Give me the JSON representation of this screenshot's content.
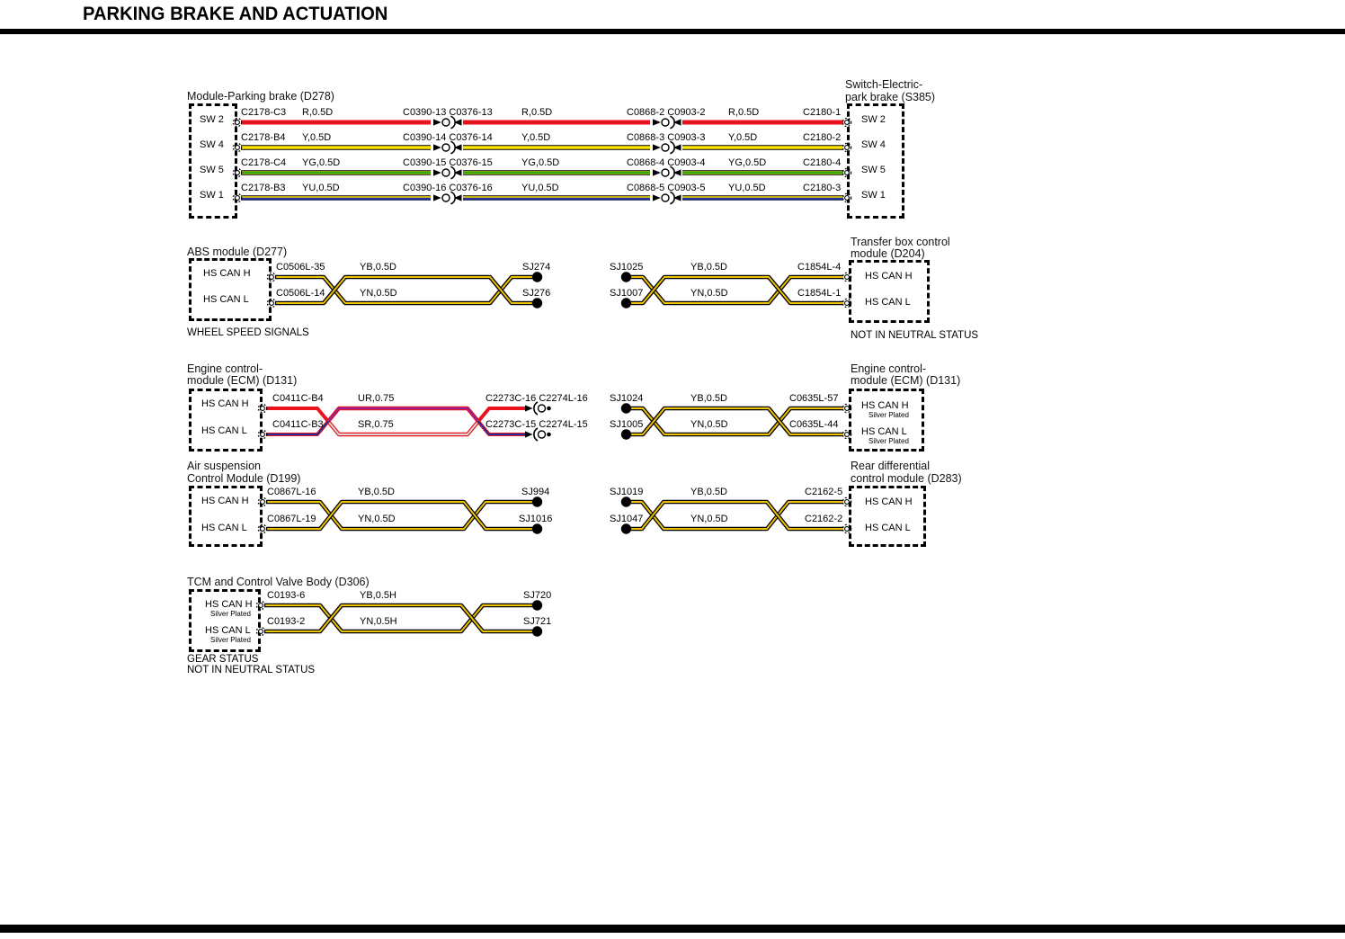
{
  "page": {
    "title": "PARKING BRAKE AND ACTUATION"
  },
  "colors": {
    "red": "#e8131d",
    "yellow": "#ffe600",
    "green": "#2db00e",
    "blue": "#232e9c",
    "gold": "#eec200",
    "purple": "#9c1f93",
    "gray": "#d9d9d9",
    "black": "#000000"
  },
  "s1": {
    "left_title": "Module-Parking brake (D278)",
    "right_title_1": "Switch-Electric-",
    "right_title_2": "park brake (S385)",
    "rows": [
      {
        "sw_l": "SW 2",
        "pin_l": "C2178-C3",
        "w1": "R,0.5D",
        "c1": "C0390-13 C0376-13",
        "w2": "R,0.5D",
        "c2": "C0868-2 C0903-2",
        "w3": "R,0.5D",
        "pin_r": "C2180-1",
        "sw_r": "SW 2"
      },
      {
        "sw_l": "SW 4",
        "pin_l": "C2178-B4",
        "w1": "Y,0.5D",
        "c1": "C0390-14 C0376-14",
        "w2": "Y,0.5D",
        "c2": "C0868-3 C0903-3",
        "w3": "Y,0.5D",
        "pin_r": "C2180-2",
        "sw_r": "SW 4"
      },
      {
        "sw_l": "SW 5",
        "pin_l": "C2178-C4",
        "w1": "YG,0.5D",
        "c1": "C0390-15 C0376-15",
        "w2": "YG,0.5D",
        "c2": "C0868-4 C0903-4",
        "w3": "YG,0.5D",
        "pin_r": "C2180-4",
        "sw_r": "SW 5"
      },
      {
        "sw_l": "SW 1",
        "pin_l": "C2178-B3",
        "w1": "YU,0.5D",
        "c1": "C0390-16 C0376-16",
        "w2": "YU,0.5D",
        "c2": "C0868-5 C0903-5",
        "w3": "YU,0.5D",
        "pin_r": "C2180-3",
        "sw_r": "SW 1"
      }
    ]
  },
  "s2": {
    "left_title": "ABS module (D277)",
    "left_rows": [
      {
        "can": "HS CAN H",
        "pin": "C0506L-35",
        "wire": "YB,0.5D",
        "sj": "SJ274"
      },
      {
        "can": "HS CAN L",
        "pin": "C0506L-14",
        "wire": "YN,0.5D",
        "sj": "SJ276"
      }
    ],
    "left_note": "WHEEL SPEED SIGNALS",
    "right_title_1": "Transfer box control",
    "right_title_2": "module (D204)",
    "right_rows": [
      {
        "sj": "SJ1025",
        "wire": "YB,0.5D",
        "pin": "C1854L-4",
        "can": "HS CAN H"
      },
      {
        "sj": "SJ1007",
        "wire": "YN,0.5D",
        "pin": "C1854L-1",
        "can": "HS CAN L"
      }
    ],
    "right_note": "NOT IN NEUTRAL STATUS"
  },
  "s3": {
    "left_title_1": "Engine control-",
    "left_title_2": "module (ECM) (D131)",
    "left_rows": [
      {
        "can": "HS CAN H",
        "pin": "C0411C-B4",
        "wire": "UR,0.75",
        "conn": "C2273C-16 C2274L-16"
      },
      {
        "can": "HS CAN L",
        "pin": "C0411C-B3",
        "wire": "SR,0.75",
        "conn": "C2273C-15 C2274L-15"
      }
    ],
    "right_title_1": "Engine control-",
    "right_title_2": "module (ECM) (D131)",
    "right_rows": [
      {
        "sj": "SJ1024",
        "wire": "YB,0.5D",
        "pin": "C0635L-57",
        "can": "HS CAN H",
        "sub": "Silver Plated"
      },
      {
        "sj": "SJ1005",
        "wire": "YN,0.5D",
        "pin": "C0635L-44",
        "can": "HS CAN L",
        "sub": "Silver Plated"
      }
    ]
  },
  "s4": {
    "left_title_1": "Air suspension",
    "left_title_2": "Control Module (D199)",
    "left_rows": [
      {
        "can": "HS CAN H",
        "pin": "C0867L-16",
        "wire": "YB,0.5D",
        "sj": "SJ994"
      },
      {
        "can": "HS CAN L",
        "pin": "C0867L-19",
        "wire": "YN,0.5D",
        "sj": "SJ1016"
      }
    ],
    "right_title_1": "Rear differential",
    "right_title_2": "control module (D283)",
    "right_rows": [
      {
        "sj": "SJ1019",
        "wire": "YB,0.5D",
        "pin": "C2162-5",
        "can": "HS CAN H"
      },
      {
        "sj": "SJ1047",
        "wire": "YN,0.5D",
        "pin": "C2162-2",
        "can": "HS CAN L"
      }
    ]
  },
  "s5": {
    "title": "TCM and Control Valve Body (D306)",
    "rows": [
      {
        "can": "HS CAN H",
        "sub": "Silver Plated",
        "pin": "C0193-6",
        "wire": "YB,0.5H",
        "sj": "SJ720"
      },
      {
        "can": "HS CAN L",
        "sub": "Silver Plated",
        "pin": "C0193-2",
        "wire": "YN,0.5H",
        "sj": "SJ721"
      }
    ],
    "note_1": "GEAR STATUS",
    "note_2": "NOT IN NEUTRAL STATUS"
  }
}
